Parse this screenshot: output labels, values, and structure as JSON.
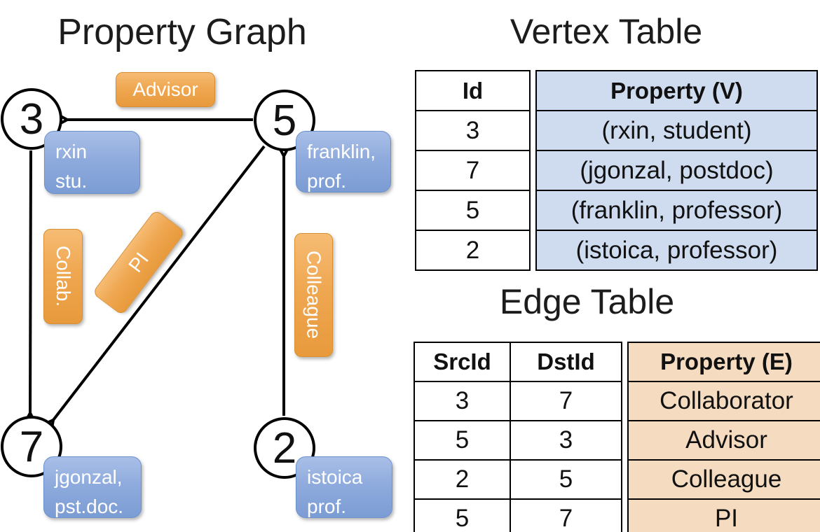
{
  "left_panel": {
    "title": "Property Graph",
    "nodes": [
      {
        "id": "3"
      },
      {
        "id": "5"
      },
      {
        "id": "7"
      },
      {
        "id": "2"
      }
    ],
    "vertex_labels": [
      {
        "line1": "rxin",
        "line2": "stu."
      },
      {
        "line1": "franklin,",
        "line2": "prof."
      },
      {
        "line1": "jgonzal,",
        "line2": "pst.doc."
      },
      {
        "line1": "istoica",
        "line2": "prof."
      }
    ],
    "edge_labels": [
      {
        "text": "Advisor"
      },
      {
        "text": "Collab."
      },
      {
        "text": "PI"
      },
      {
        "text": "Colleague"
      }
    ]
  },
  "vertex_table": {
    "title": "Vertex Table",
    "columns": [
      "Id",
      "Property (V)"
    ],
    "rows": [
      [
        "3",
        "(rxin, student)"
      ],
      [
        "7",
        "(jgonzal, postdoc)"
      ],
      [
        "5",
        "(franklin, professor)"
      ],
      [
        "2",
        "(istoica, professor)"
      ]
    ]
  },
  "edge_table": {
    "title": "Edge Table",
    "columns": [
      "SrcId",
      "DstId",
      "Property (E)"
    ],
    "rows": [
      [
        "3",
        "7",
        "Collaborator"
      ],
      [
        "5",
        "3",
        "Advisor"
      ],
      [
        "2",
        "5",
        "Colleague"
      ],
      [
        "5",
        "7",
        "PI"
      ]
    ]
  },
  "colors": {
    "edge_label_orange": "#efa751",
    "vertex_label_blue": "#8fabdd",
    "vertex_property_fill": "#cfdcf0",
    "edge_property_fill": "#f5dcc1",
    "line_black": "#000000"
  }
}
